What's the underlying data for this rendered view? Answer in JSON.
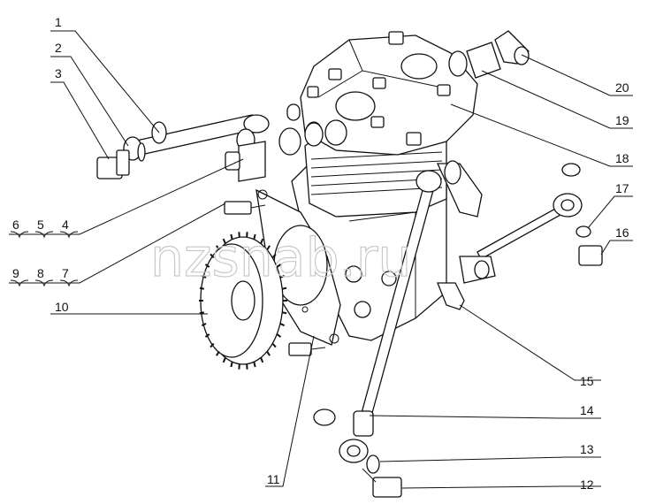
{
  "watermark": "nzsnab.ru",
  "callouts": [
    {
      "id": "c1",
      "text": "1"
    },
    {
      "id": "c2",
      "text": "2"
    },
    {
      "id": "c3",
      "text": "3"
    },
    {
      "id": "c4",
      "text": "4"
    },
    {
      "id": "c5",
      "text": "5"
    },
    {
      "id": "c6",
      "text": "6"
    },
    {
      "id": "c7",
      "text": "7"
    },
    {
      "id": "c8",
      "text": "8"
    },
    {
      "id": "c9",
      "text": "9"
    },
    {
      "id": "c10",
      "text": "10"
    },
    {
      "id": "c11",
      "text": "11"
    },
    {
      "id": "c12",
      "text": "12"
    },
    {
      "id": "c13",
      "text": "13"
    },
    {
      "id": "c14",
      "text": "14"
    },
    {
      "id": "c15",
      "text": "15"
    },
    {
      "id": "c16",
      "text": "16"
    },
    {
      "id": "c17",
      "text": "17"
    },
    {
      "id": "c18",
      "text": "18"
    },
    {
      "id": "c19",
      "text": "19"
    },
    {
      "id": "c20",
      "text": "20"
    }
  ]
}
